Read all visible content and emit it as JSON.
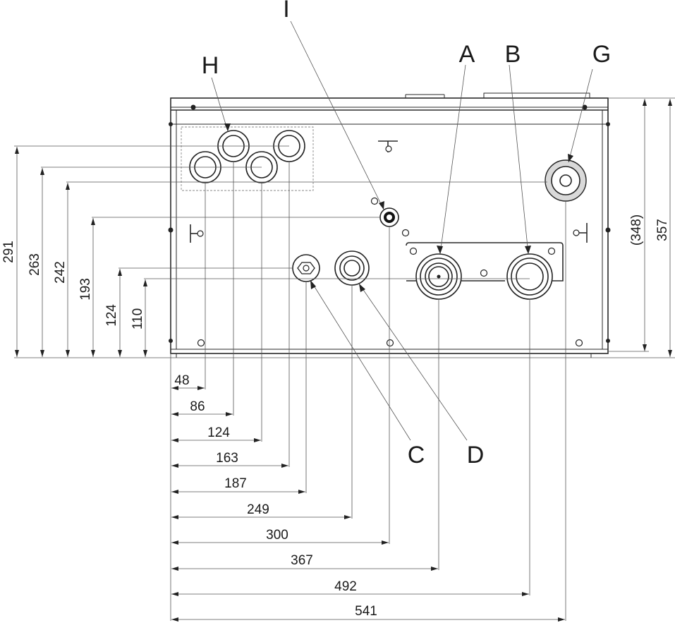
{
  "callouts": {
    "a": "A",
    "b": "B",
    "c": "C",
    "d": "D",
    "g": "G",
    "h": "H",
    "i": "I"
  },
  "horizontal_dims": [
    "48",
    "86",
    "124",
    "163",
    "187",
    "249",
    "300",
    "367",
    "492",
    "541"
  ],
  "vertical_dims": [
    "291",
    "263",
    "242",
    "193",
    "124",
    "110"
  ],
  "height_dims": {
    "inner": "(348)",
    "outer": "357"
  }
}
